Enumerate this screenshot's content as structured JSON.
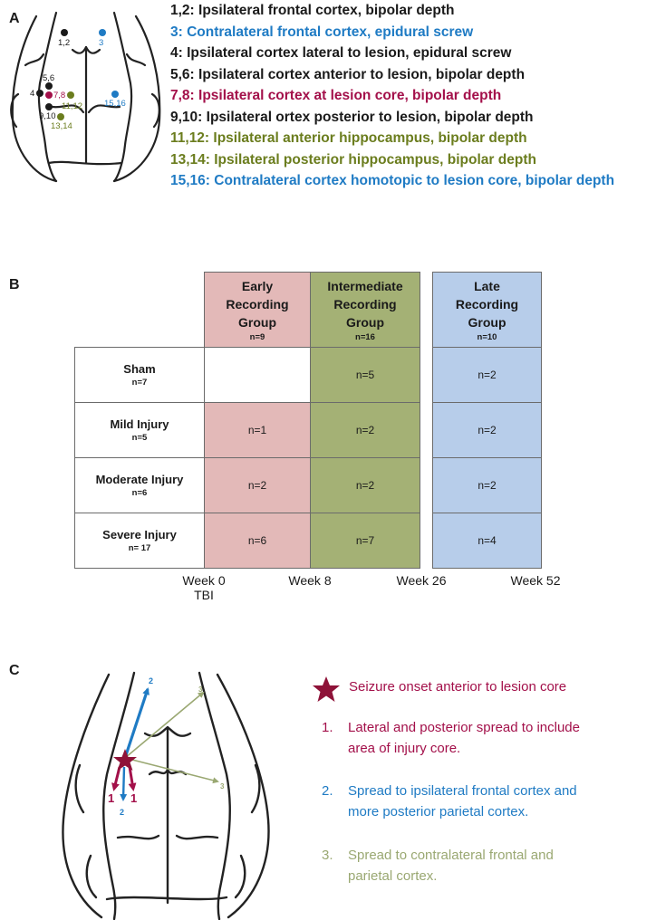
{
  "panels": {
    "a": "A",
    "b": "B",
    "c": "C"
  },
  "colors": {
    "black": "#1a1a1a",
    "blue": "#1f7bc4",
    "red": "#a3104a",
    "olive": "#6b7d1e",
    "lightolive": "#9aa872",
    "early": "#e3b9b8",
    "intermediate": "#a4b175",
    "late": "#b7cdea",
    "star": "#8e1238"
  },
  "panel_a": {
    "electrode_labels": [
      "1,2",
      "3",
      "5,6",
      "4",
      "7,8",
      "11,12",
      "15,16",
      "9,10",
      "13,14"
    ],
    "legend": [
      {
        "text": "1,2: Ipsilateral frontal cortex, bipolar depth",
        "color": "black"
      },
      {
        "text": "3: Contralateral frontal cortex, epidural screw",
        "color": "blue"
      },
      {
        "text": "4: Ipsilateral cortex lateral to lesion, epidural screw",
        "color": "black"
      },
      {
        "text": "5,6: Ipsilateral cortex anterior to lesion, bipolar depth",
        "color": "black"
      },
      {
        "text": "7,8: Ipsilateral cortex at lesion core, bipolar depth",
        "color": "red"
      },
      {
        "text": "9,10: Ipsilateral ortex posterior to lesion, bipolar depth",
        "color": "black"
      },
      {
        "text": "11,12: Ipsilateral anterior hippocampus, bipolar depth",
        "color": "olive"
      },
      {
        "text": "13,14: Ipsilateral posterior hippocampus, bipolar depth",
        "color": "olive"
      },
      {
        "text": "15,16: Contralateral cortex homotopic to lesion core, bipolar depth",
        "color": "blue"
      }
    ]
  },
  "panel_b": {
    "groups": [
      {
        "lines": [
          "Early",
          "Recording",
          "Group"
        ],
        "n": "n=9"
      },
      {
        "lines": [
          "Intermediate",
          "Recording",
          "Group"
        ],
        "n": "n=16"
      },
      {
        "lines": [
          "Late",
          "Recording",
          "Group"
        ],
        "n": "n=10"
      }
    ],
    "rows": [
      {
        "label": "Sham",
        "n": "n=7",
        "cells": [
          "",
          "n=5",
          "n=2"
        ]
      },
      {
        "label": "Mild Injury",
        "n": "n=5",
        "cells": [
          "n=1",
          "n=2",
          "n=2"
        ]
      },
      {
        "label": "Moderate Injury",
        "n": "n=6",
        "cells": [
          "n=2",
          "n=2",
          "n=2"
        ]
      },
      {
        "label": "Severe Injury",
        "n": "n= 17",
        "cells": [
          "n=6",
          "n=7",
          "n=4"
        ]
      }
    ],
    "weeks": [
      "Week 0",
      "Week 8",
      "Week 26",
      "Week 52"
    ],
    "week0_sub": "TBI"
  },
  "panel_c": {
    "arrow_labels": [
      "2",
      "3",
      "3",
      "1",
      "1",
      "2"
    ],
    "legend_star": "Seizure onset anterior to lesion core",
    "items": [
      {
        "num": "1.",
        "lines": [
          "Lateral and posterior spread to include",
          "area of injury core."
        ],
        "color": "red"
      },
      {
        "num": "2.",
        "lines": [
          "Spread to ipsilateral frontal cortex and",
          "more posterior parietal cortex."
        ],
        "color": "blue"
      },
      {
        "num": "3.",
        "lines": [
          "Spread to contralateral frontal and",
          "parietal cortex."
        ],
        "color": "lightolive"
      }
    ]
  }
}
